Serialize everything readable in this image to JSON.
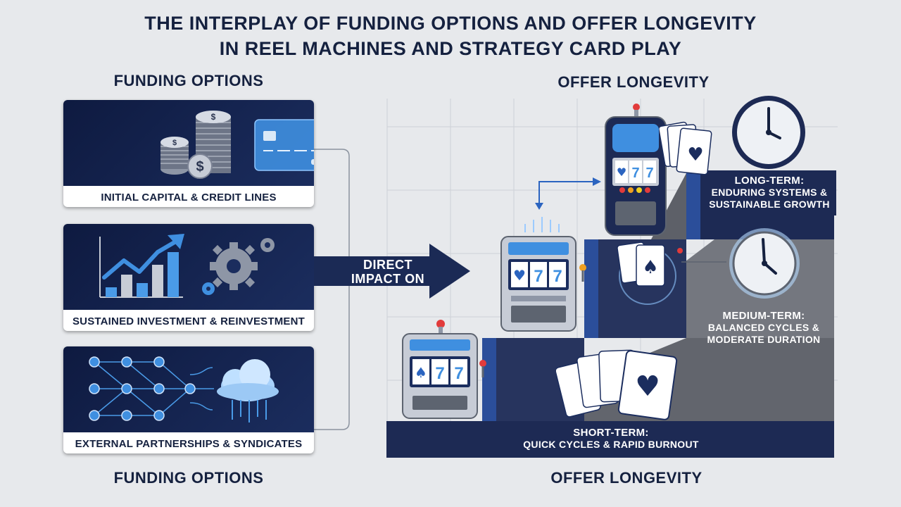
{
  "title": {
    "line1": "THE INTERPLAY OF FUNDING OPTIONS AND OFFER LONGEVITY",
    "line2": "IN REEL MACHINES AND STRATEGY CARD PLAY"
  },
  "funding": {
    "heading_top": "FUNDING OPTIONS",
    "heading_bottom": "FUNDING OPTIONS",
    "cards": [
      {
        "caption": "INITIAL CAPITAL & CREDIT LINES",
        "icon": "coins-and-credit-card"
      },
      {
        "caption": "SUSTAINED INVESTMENT & REINVESTMENT",
        "icon": "growth-chart-and-gears"
      },
      {
        "caption": "EXTERNAL PARTNERSHIPS & SYNDICATES",
        "icon": "network-and-cloud"
      }
    ]
  },
  "arrow": {
    "line1": "DIRECT",
    "line2": "IMPACT ON"
  },
  "longevity": {
    "heading_top": "OFFER LONGEVITY",
    "heading_bottom": "OFFER LONGEVITY",
    "long_term": {
      "title": "LONG-TERM:",
      "line1": "ENDURING SYSTEMS &",
      "line2": "SUSTAINABLE GROWTH"
    },
    "medium_term": {
      "title": "MEDIUM-TERM:",
      "line1": "BALANCED CYCLES &",
      "line2": "MODERATE DURATION"
    },
    "short_term": {
      "title": "SHORT-TERM:",
      "line1": "QUICK CYCLES & RAPID BURNOUT"
    }
  },
  "colors": {
    "navy": "#15213f",
    "panel": "#0e1a40",
    "accent_blue": "#3a8fe0",
    "step_dark": "#1d2a54",
    "step_gray": "#5d6068",
    "background": "#e7e9ec"
  }
}
